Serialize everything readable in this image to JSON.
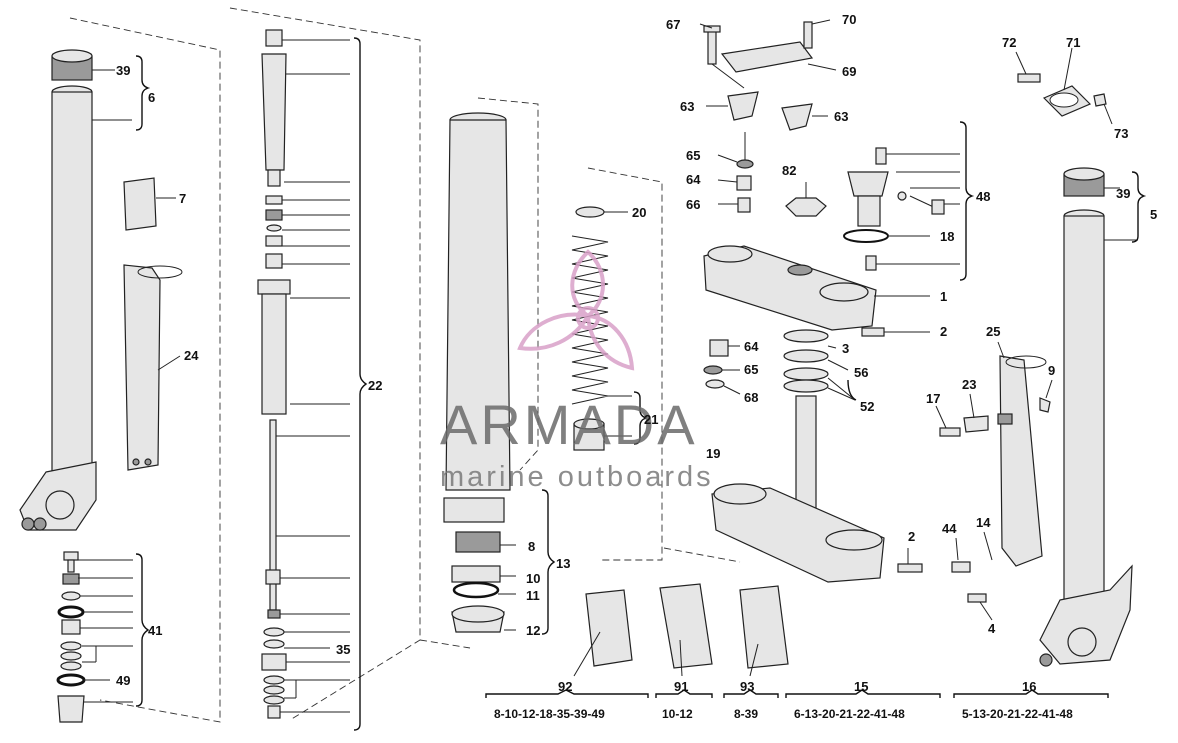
{
  "callouts": {
    "n1": "1",
    "n2a": "2",
    "n2b": "2",
    "n3": "3",
    "n4": "4",
    "n5": "5",
    "n6": "6",
    "n7": "7",
    "n8": "8",
    "n9": "9",
    "n10": "10",
    "n11": "11",
    "n12": "12",
    "n13": "13",
    "n14": "14",
    "n17": "17",
    "n18": "18",
    "n19": "19",
    "n20": "20",
    "n21": "21",
    "n22": "22",
    "n23": "23",
    "n24": "24",
    "n25": "25",
    "n35": "35",
    "n39a": "39",
    "n39b": "39",
    "n41": "41",
    "n44": "44",
    "n48": "48",
    "n49": "49",
    "n52": "52",
    "n56": "56",
    "n63a": "63",
    "n63b": "63",
    "n64a": "64",
    "n64b": "64",
    "n65a": "65",
    "n65b": "65",
    "n66": "66",
    "n67": "67",
    "n68": "68",
    "n69": "69",
    "n70": "70",
    "n71": "71",
    "n72": "72",
    "n73": "73",
    "n82": "82"
  },
  "kits": [
    {
      "number": "92",
      "contents": "8-10-12-18-35-39-49"
    },
    {
      "number": "91",
      "contents": "10-12"
    },
    {
      "number": "93",
      "contents": "8-39"
    },
    {
      "number": "15",
      "contents": "6-13-20-21-22-41-48"
    },
    {
      "number": "16",
      "contents": "5-13-20-21-22-41-48"
    }
  ],
  "watermark": {
    "brand": "ARMADA",
    "tagline": "marine outboards",
    "color": "#d9a0c8"
  },
  "colors": {
    "line": "#222222",
    "part_fill": "#e6e6e6",
    "part_dark": "#9a9a9a"
  }
}
